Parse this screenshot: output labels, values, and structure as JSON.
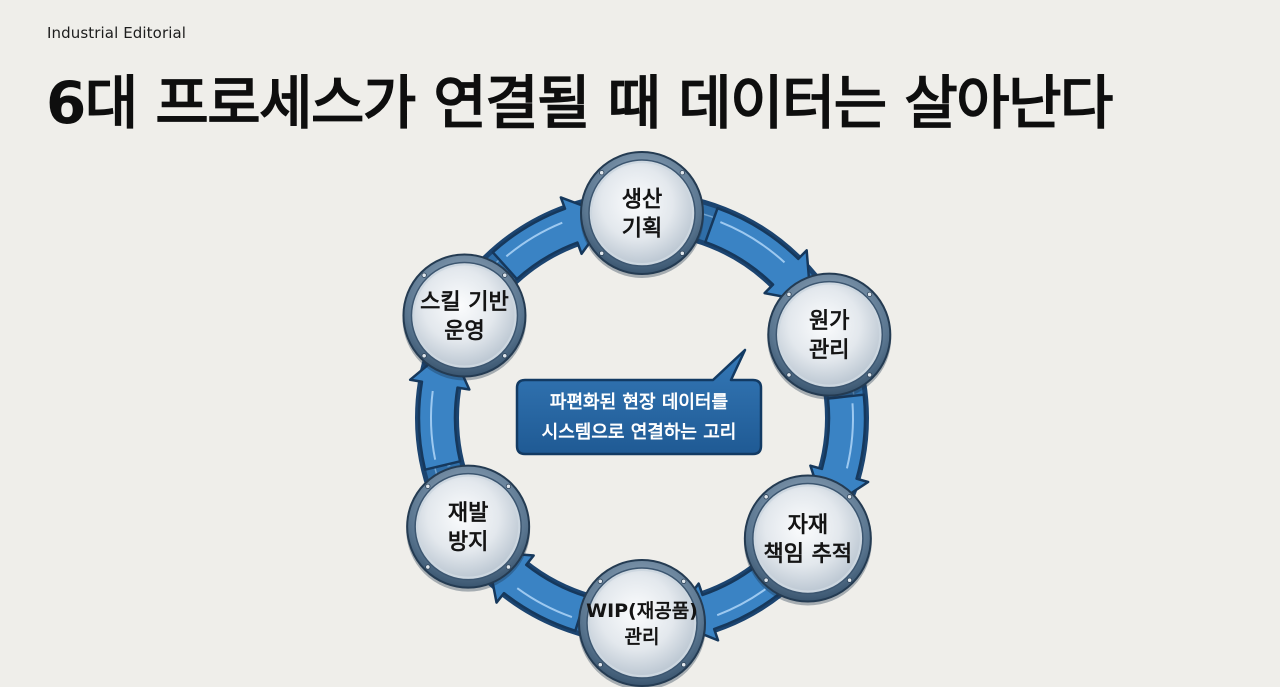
{
  "brand": "Industrial Editorial",
  "title": "6대 프로세스가 연결될 때 데이터는 살아난다",
  "diagram": {
    "nodes": [
      {
        "id": "production-planning",
        "lines": [
          "생산",
          "기획"
        ]
      },
      {
        "id": "cost-management",
        "lines": [
          "원가",
          "관리"
        ]
      },
      {
        "id": "material-tracking",
        "lines": [
          "자재",
          "책임 추적"
        ]
      },
      {
        "id": "wip-management",
        "lines": [
          "WIP(재공품)",
          "관리"
        ]
      },
      {
        "id": "recurrence-prevention",
        "lines": [
          "재발",
          "방지"
        ]
      },
      {
        "id": "skill-operation",
        "lines": [
          "스킬 기반",
          "운영"
        ]
      }
    ],
    "center_callout": {
      "lines": [
        "파편화된 현장 데이터를",
        "시스템으로 연결하는 고리"
      ]
    },
    "flow": "clockwise"
  },
  "colors": {
    "background": "#efeeea",
    "ring": "#2f6ea8",
    "ring_dark": "#1b4470",
    "arrow": "#3a83c4",
    "node_fill": "#e7ebef",
    "node_rim": "#4d6a86",
    "callout_fill": "#2a6aa6"
  }
}
